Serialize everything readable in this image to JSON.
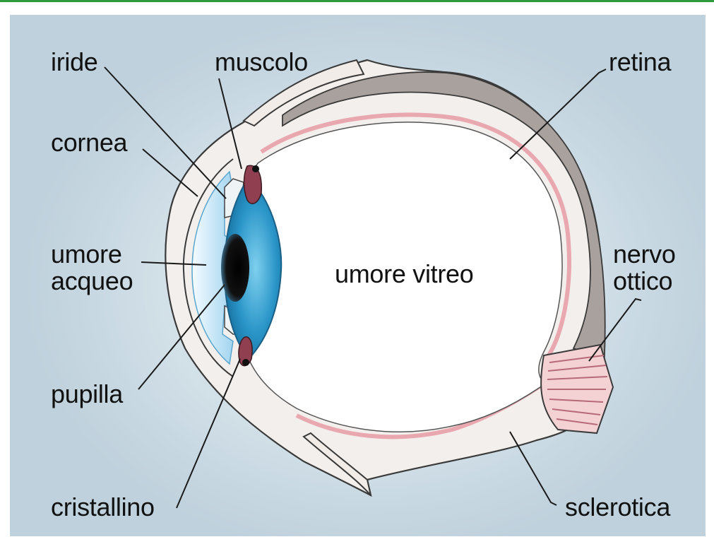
{
  "labels": {
    "iride": "iride",
    "muscolo": "muscolo",
    "retina": "retina",
    "cornea": "cornea",
    "umore_acqueo_1": "umore",
    "umore_acqueo_2": "acqueo",
    "umore_vitreo": "umore vitreo",
    "nervo_ottico_1": "nervo",
    "nervo_ottico_2": "ottico",
    "pupilla": "pupilla",
    "cristallino": "cristallino",
    "sclerotica": "sclerotica"
  },
  "colors": {
    "frame_accent": "#2f9a3e",
    "background": "#d6e3ea",
    "sclera": "#f2eeea",
    "retina": "#f4c9cd",
    "choroid": "#a29a96",
    "lens": "#2b8fc4",
    "cornea_fluid": "#bfe2f4",
    "pupil": "#000000",
    "muscle": "#9b4a5a"
  }
}
